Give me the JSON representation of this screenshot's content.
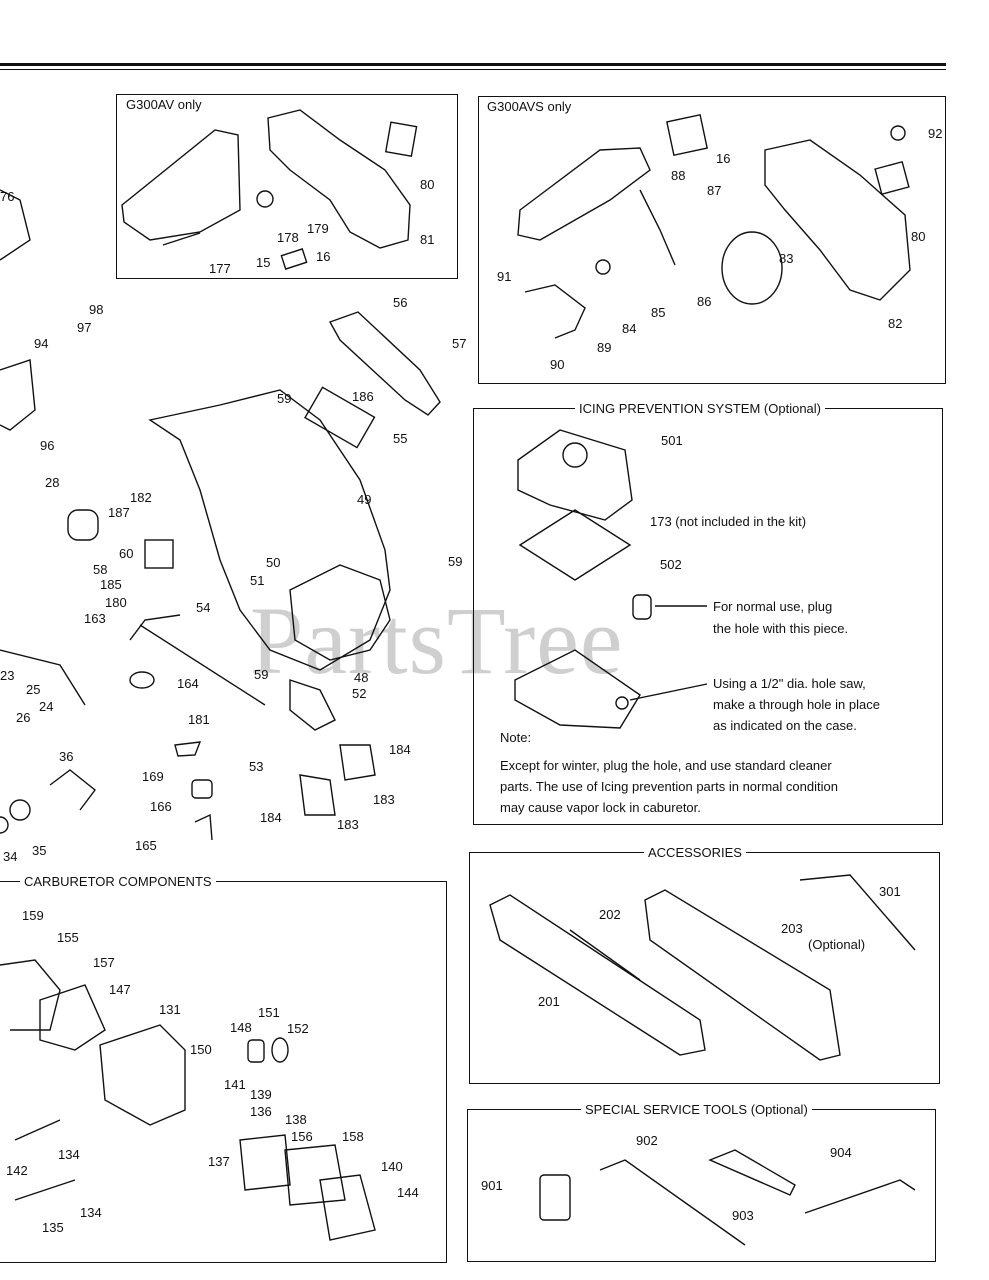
{
  "watermark": "PartsTree",
  "sections": {
    "g300av": {
      "title": "G300AV only"
    },
    "g300avs": {
      "title": "G300AVS only"
    },
    "icing": {
      "title": "ICING PREVENTION SYSTEM (Optional)",
      "note_173": "173 (not included in the kit)",
      "instr_plug_1": "For normal use, plug",
      "instr_plug_2": "the hole with this piece.",
      "instr_saw_1": "Using a 1/2\" dia. hole saw,",
      "instr_saw_2": "make a through hole in place",
      "instr_saw_3": "as indicated on the case.",
      "note_label": "Note:",
      "note_1": "Except for winter, plug the hole, and use standard cleaner",
      "note_2": "parts. The use of Icing prevention parts in normal condition",
      "note_3": "may cause vapor lock in caburetor."
    },
    "accessories": {
      "title": "ACCESSORIES",
      "optional": "(Optional)"
    },
    "tools": {
      "title": "SPECIAL SERVICE TOOLS (Optional)"
    },
    "carb": {
      "title": "CARBURETOR COMPONENTS"
    }
  },
  "part_labels": [
    "76",
    "92",
    "16",
    "88",
    "87",
    "80",
    "83",
    "91",
    "85",
    "86",
    "84",
    "82",
    "89",
    "90",
    "80",
    "179",
    "178",
    "15",
    "16",
    "81",
    "177",
    "98",
    "97",
    "56",
    "57",
    "94",
    "59",
    "186",
    "55",
    "96",
    "28",
    "182",
    "49",
    "187",
    "60",
    "58",
    "185",
    "50",
    "51",
    "54",
    "59",
    "180",
    "163",
    "59",
    "164",
    "48",
    "23",
    "25",
    "24",
    "26",
    "52",
    "181",
    "184",
    "36",
    "53",
    "169",
    "166",
    "183",
    "184",
    "183",
    "165",
    "34",
    "35",
    "501",
    "502",
    "202",
    "301",
    "203",
    "201",
    "902",
    "904",
    "901",
    "903",
    "159",
    "155",
    "157",
    "147",
    "131",
    "151",
    "148",
    "152",
    "150",
    "141",
    "139",
    "136",
    "138",
    "137",
    "156",
    "158",
    "134",
    "142",
    "140",
    "134",
    "135",
    "144"
  ]
}
